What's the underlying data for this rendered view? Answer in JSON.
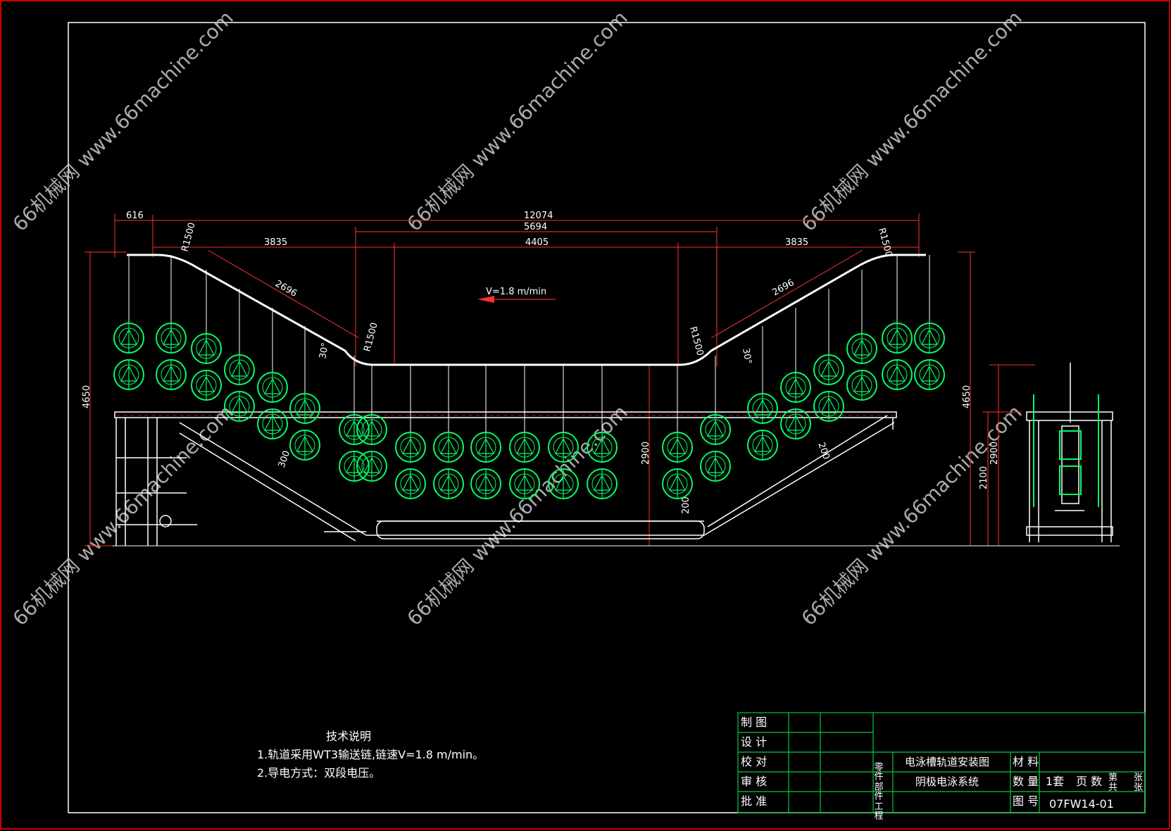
{
  "drawing": {
    "speed_label": "V=1.8 m/min",
    "dimensions": {
      "d616": "616",
      "d12074": "12074",
      "d5694": "5694",
      "d4405": "4405",
      "d3835_left": "3835",
      "d3835_right": "3835",
      "d2696_left": "2696",
      "d2696_right": "2696",
      "r1500_a": "R1500",
      "r1500_b": "R1500",
      "r1500_c": "R1500",
      "r1500_d": "R1500",
      "angle_left": "30°",
      "angle_right": "30°",
      "h4650_left": "4650",
      "h4650_right": "4650",
      "h2900_mid": "2900",
      "h2900_right": "2900",
      "h2100": "2100",
      "d300_left": "300",
      "d200_right": "200",
      "d200_mid": "200"
    },
    "watermark": "66机械网 www.66machine.com"
  },
  "notes": {
    "title": "技术说明",
    "line1": "1.轨道采用WT3输送链,链速V=1.8 m/min。",
    "line2": "2.导电方式：双段电压。"
  },
  "title_block": {
    "rows": [
      "制 图",
      "设 计",
      "校 对",
      "审 核",
      "批 准"
    ],
    "vertical_labels": [
      "零件",
      "部件",
      "工程"
    ],
    "drawing_name": "电泳槽轨道安装图",
    "system_name": "阴极电泳系统",
    "material_label": "材 料",
    "quantity_label": "数 量",
    "quantity_value": "1套",
    "page_label": "页 数",
    "sheet_di": "第",
    "sheet_zhang1": "张",
    "sheet_gong": "共",
    "sheet_zhang2": "张",
    "drawing_no_label": "图 号",
    "drawing_no": "07FW14-01"
  },
  "colors": {
    "background": "#000000",
    "frame": "#ffffff",
    "dimension": "#ff3030",
    "rack": "#00ff66",
    "title_block": "#00cc44",
    "structure": "#ffffff"
  }
}
